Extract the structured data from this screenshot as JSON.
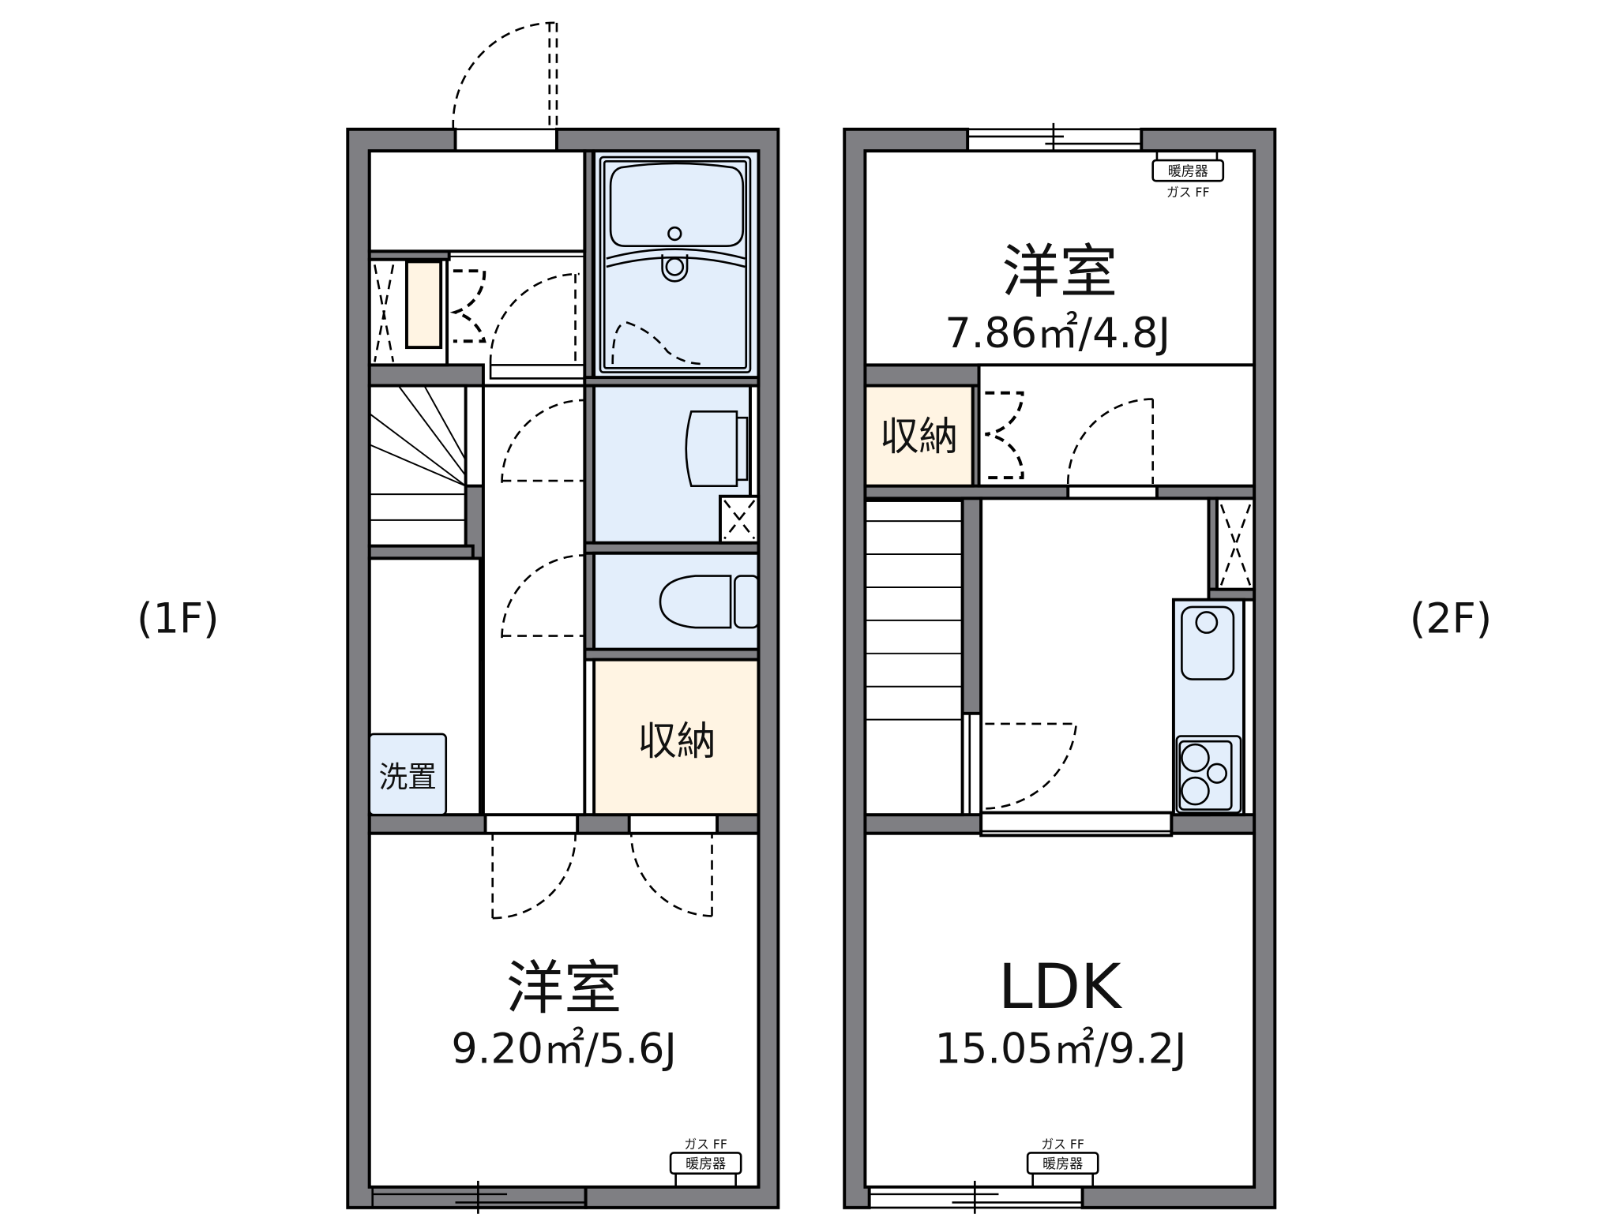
{
  "floors": {
    "first": {
      "label": "(1F)",
      "rooms": {
        "western_room": {
          "name": "洋室",
          "area": "9.20㎡/5.6J"
        },
        "storage": {
          "name": "収納"
        },
        "washer": {
          "name": "洗置"
        },
        "heater": {
          "name": "暖房器",
          "type": "ガス FF"
        }
      }
    },
    "second": {
      "label": "(2F)",
      "rooms": {
        "western_room": {
          "name": "洋室",
          "area": "7.86㎡/4.8J"
        },
        "ldk": {
          "name": "LDK",
          "area": "15.05㎡/9.2J"
        },
        "storage": {
          "name": "収納"
        },
        "heater_top": {
          "name": "暖房器",
          "type": "ガス FF"
        },
        "heater_bottom": {
          "name": "暖房器",
          "type": "ガス FF"
        }
      }
    }
  },
  "colors": {
    "wall": "#7f7f83",
    "wet_area": "#e3eefb",
    "storage": "#fff4e3",
    "room": "#ffffff"
  }
}
